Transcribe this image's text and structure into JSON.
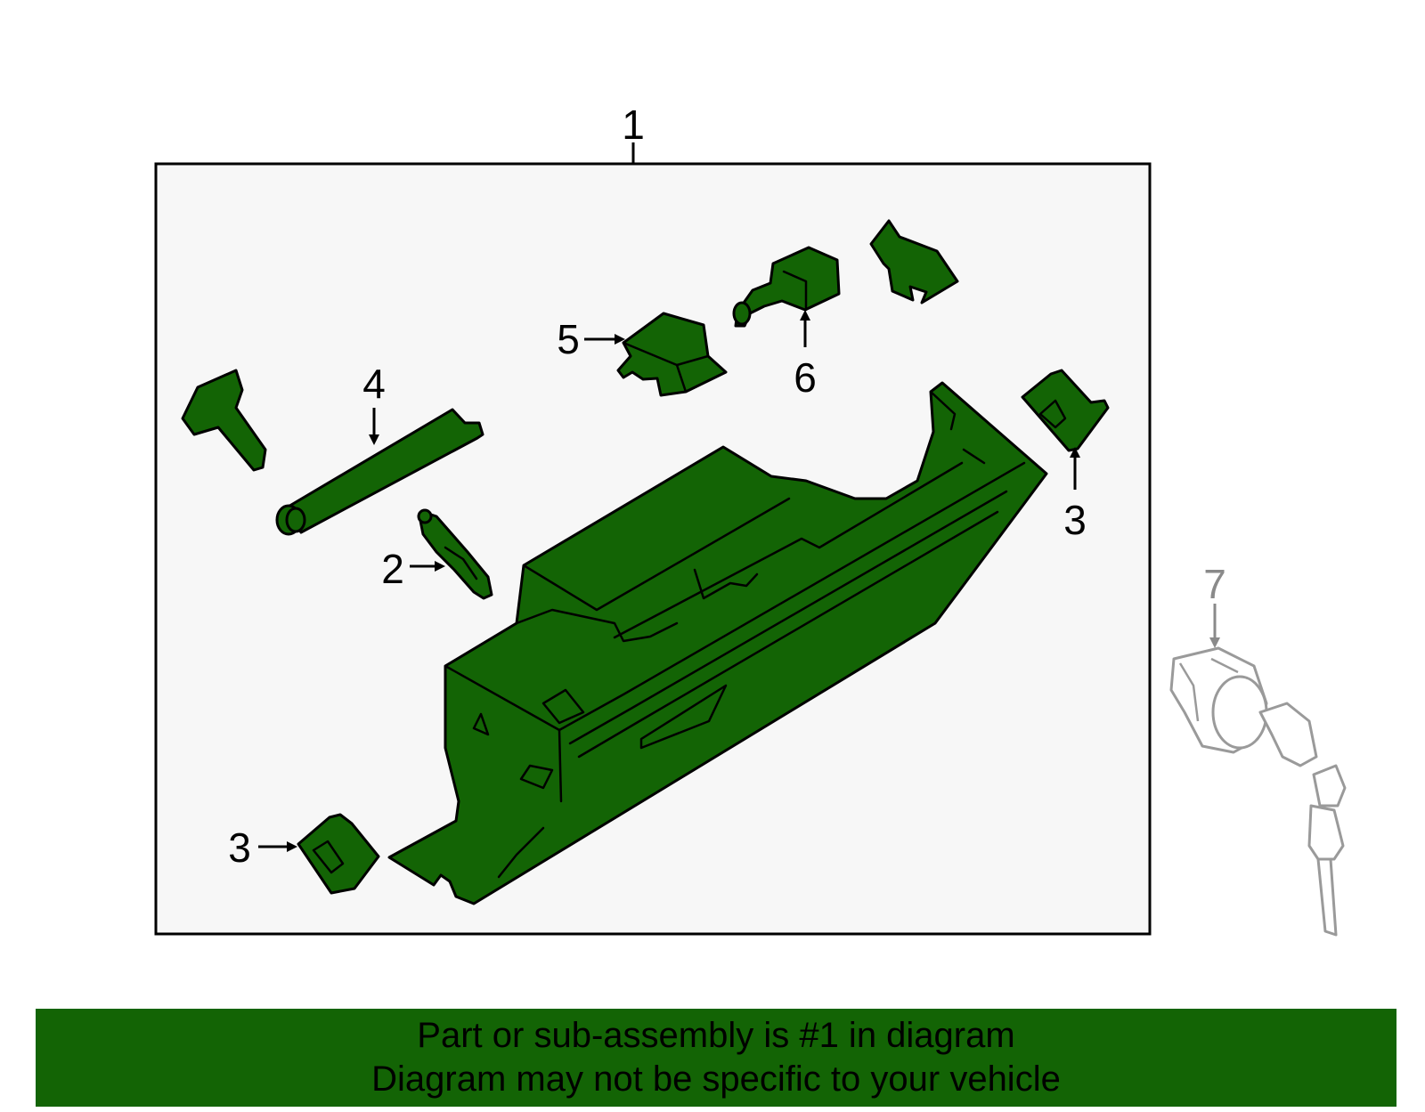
{
  "callouts": {
    "c1": "1",
    "c2": "2",
    "c3a": "3",
    "c3b": "3",
    "c4": "4",
    "c5": "5",
    "c6": "6",
    "c7": "7"
  },
  "banner": {
    "line1": "Part or sub-assembly is #1 in diagram",
    "line2": "Diagram may not be specific to your vehicle"
  },
  "colors": {
    "part_fill": "#136405",
    "banner_bg": "#136405",
    "box_bg": "#f7f7f7",
    "grey_part": "#9a9a9a"
  }
}
